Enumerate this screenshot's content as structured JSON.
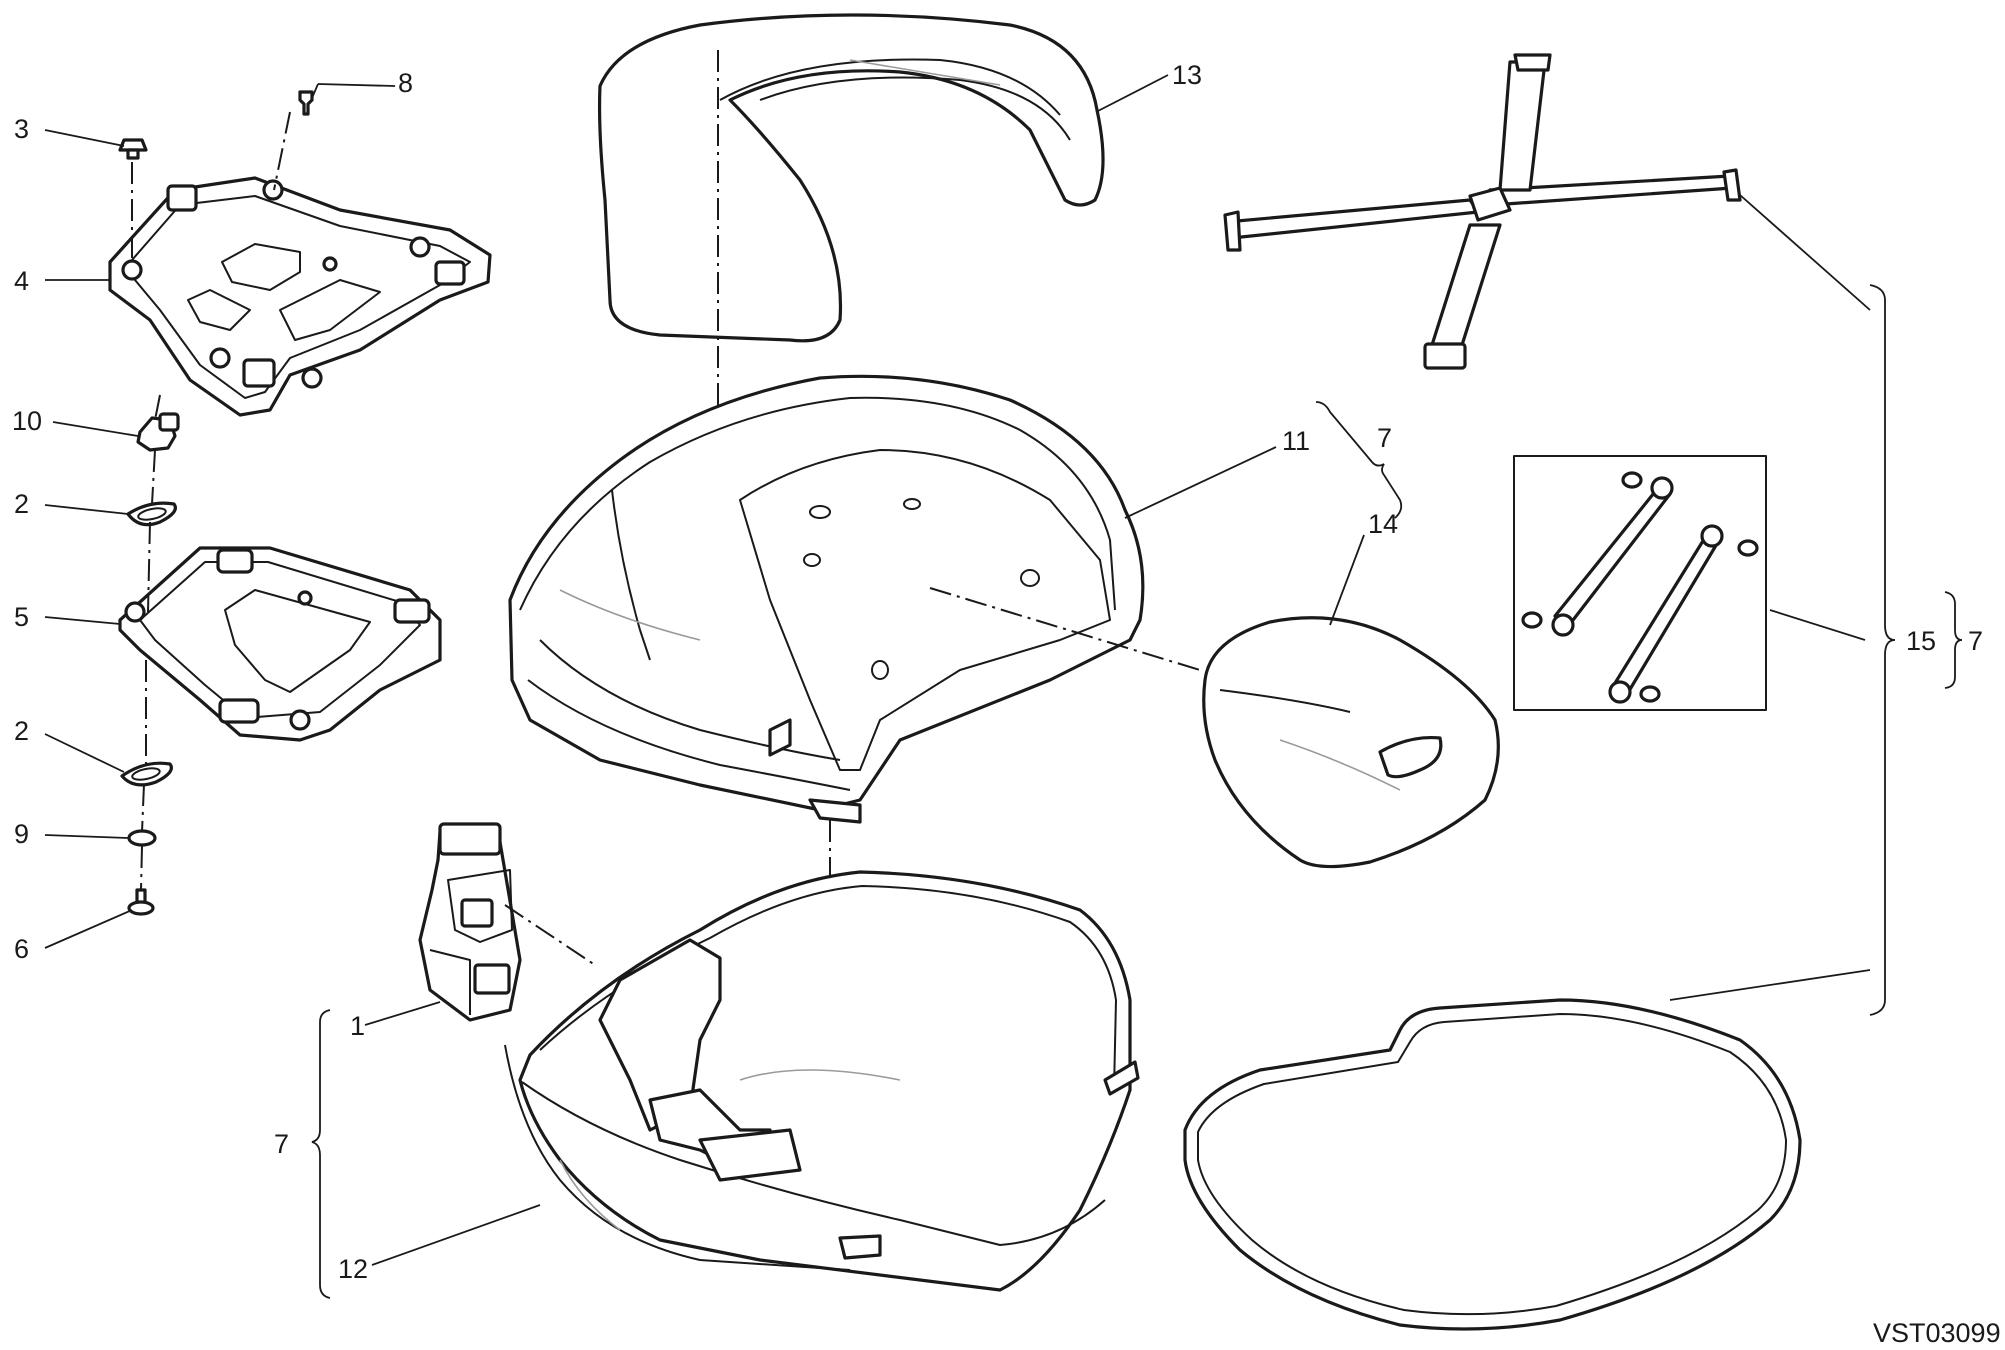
{
  "figure_code": "VST03099",
  "callouts": {
    "n1": "1",
    "n2a": "2",
    "n2b": "2",
    "n3": "3",
    "n4": "4",
    "n5": "5",
    "n6": "6",
    "n7a": "7",
    "n7b": "7",
    "n7c": "7",
    "n8": "8",
    "n9": "9",
    "n10": "10",
    "n11": "11",
    "n12": "12",
    "n13": "13",
    "n14": "14",
    "n15": "15"
  },
  "parts": [
    "tether-strap",
    "backrest-pad",
    "rack-top-plate",
    "rack-base-plate",
    "cover-shell",
    "cover-rubber",
    "lock-latch",
    "bottom-case",
    "case-seal-gasket",
    "lanyard-kit",
    "fasteners"
  ]
}
